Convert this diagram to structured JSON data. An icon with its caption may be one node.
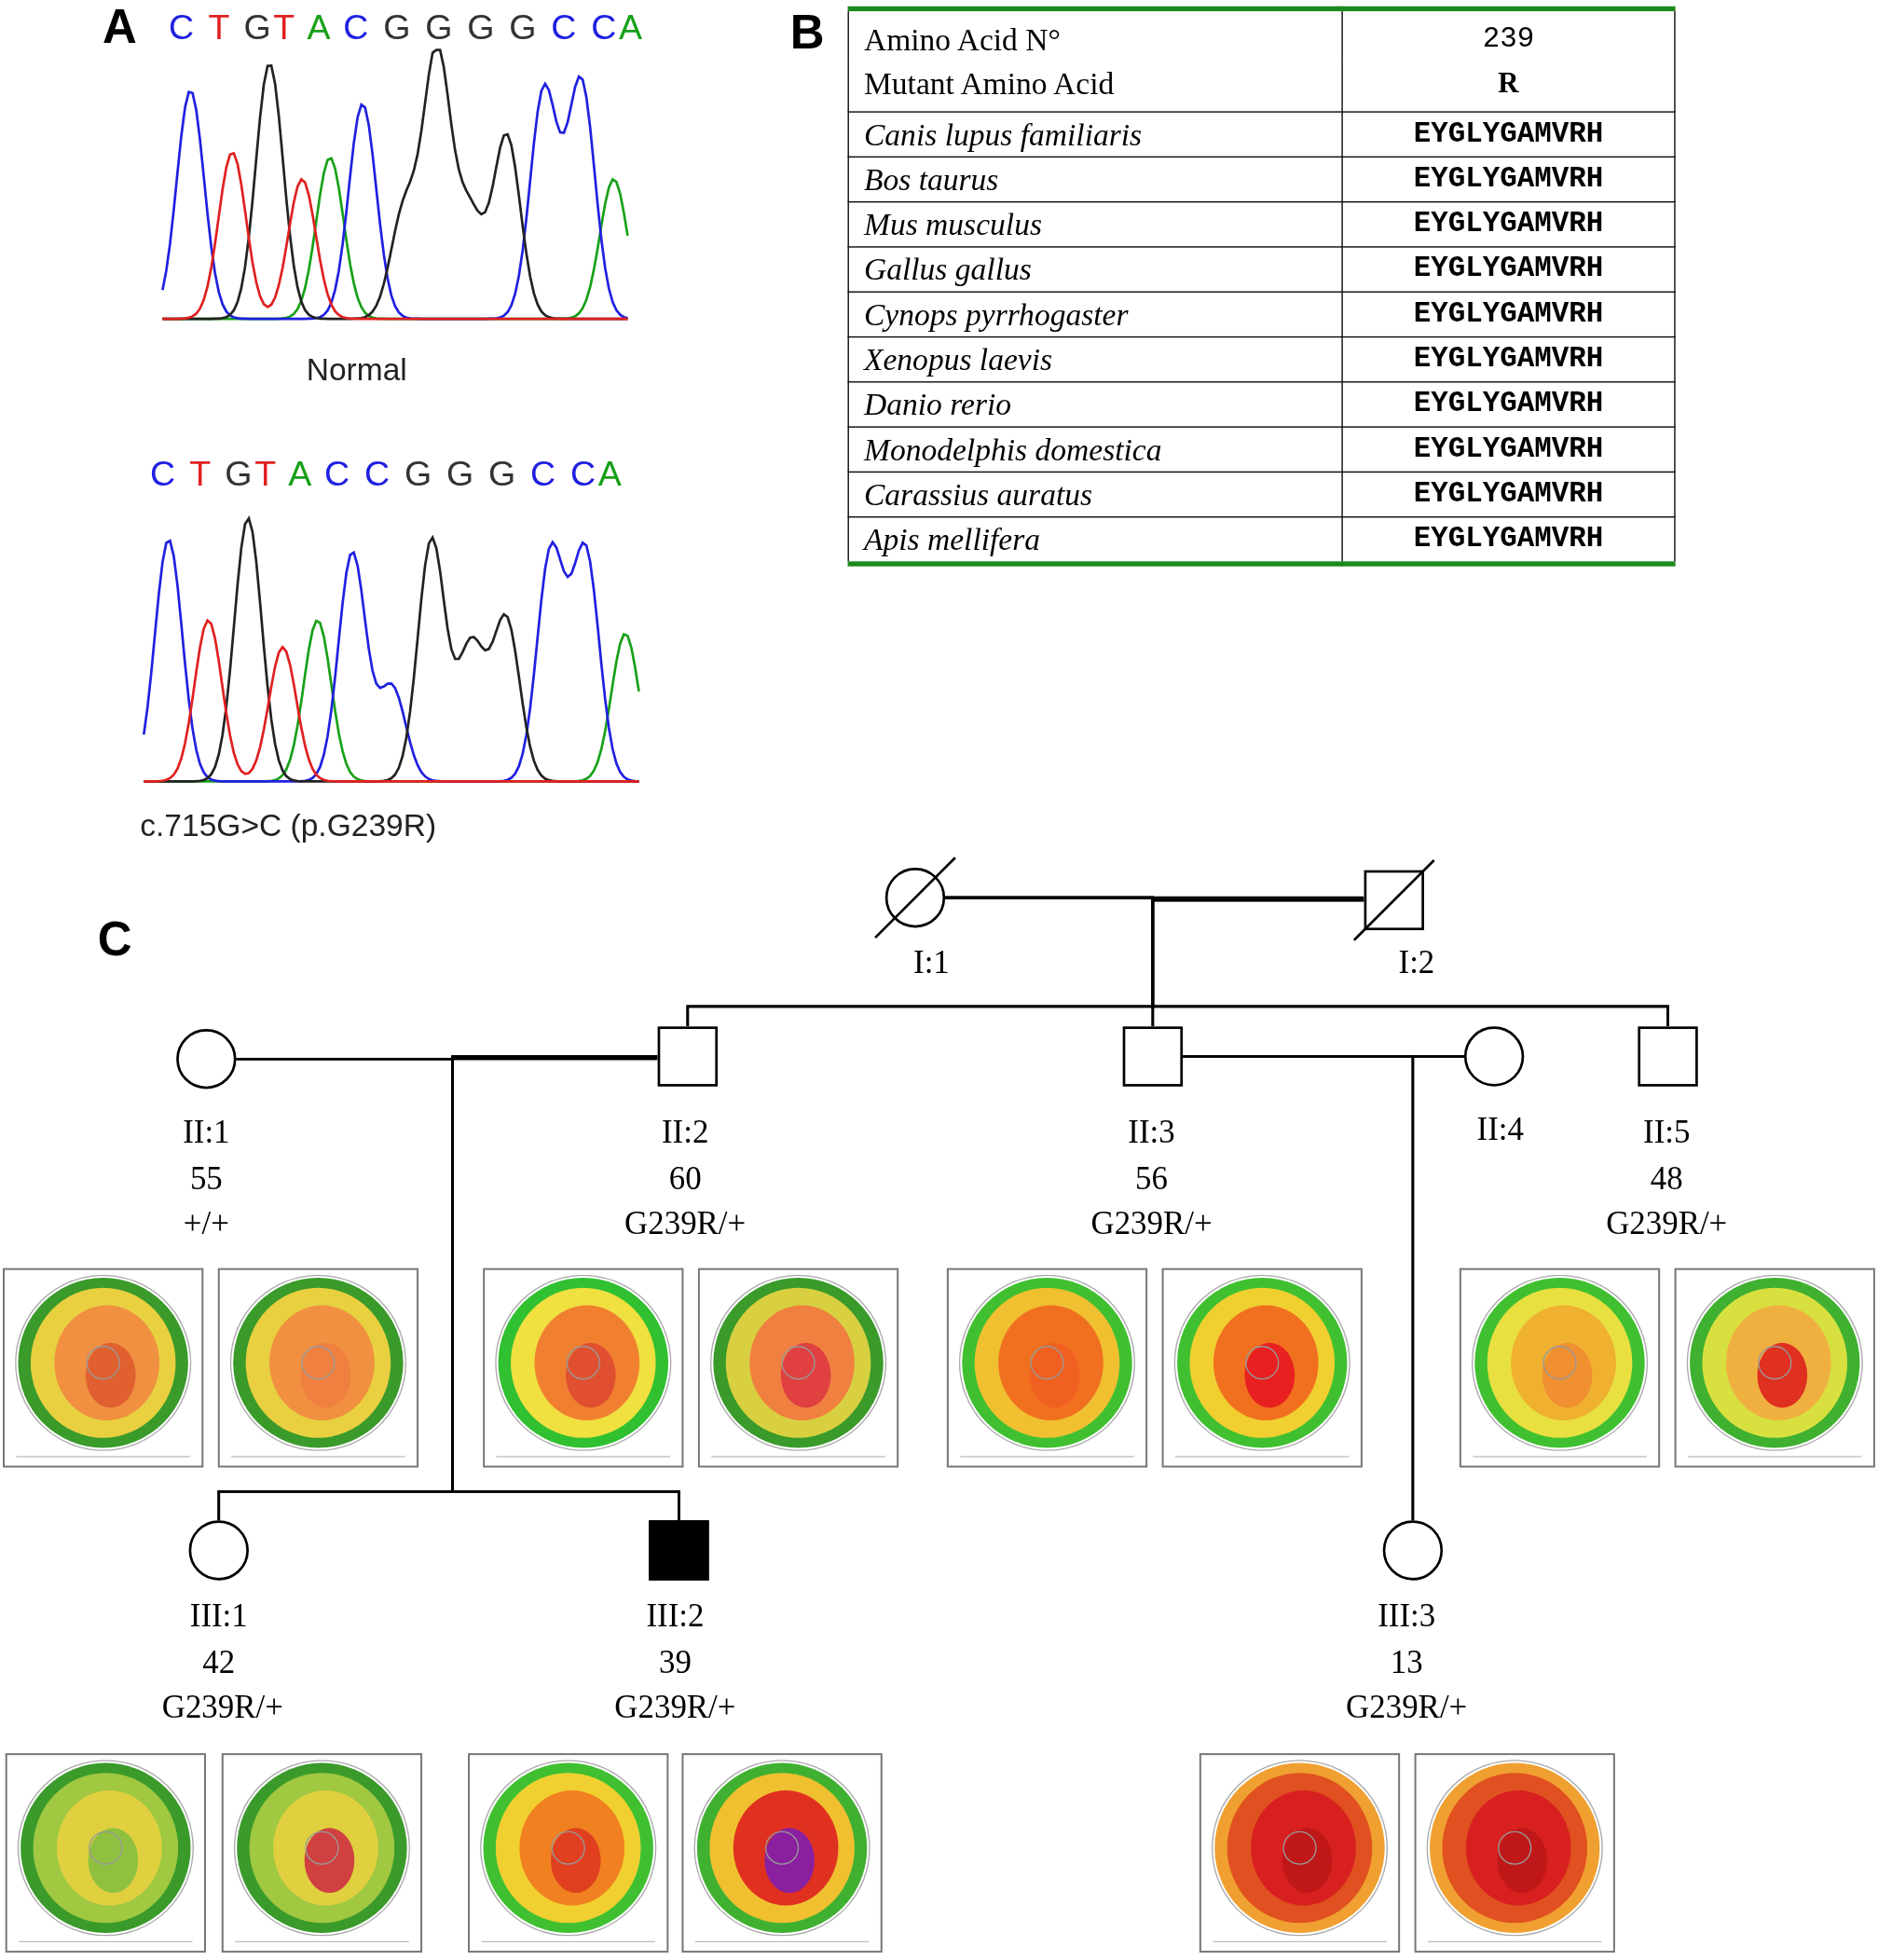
{
  "diagram": {
    "nodes": [
      {
        "text": [],
        "shape": "circle",
        "beside": [
          "I:1"
        ]
      },
      {
        "text": [],
        "shape": "box",
        "beside": [
          "I:2"
        ]
      },
      {
        "text": [],
        "shape": "circle",
        "beside": [
          "II:1",
          "55",
          "+/+"
        ]
      },
      {
        "text": [],
        "shape": "box",
        "beside": [
          "II:2",
          "60",
          "G239R/+"
        ]
      },
      {
        "text": [],
        "shape": "box",
        "beside": [
          "II:3",
          "56",
          "G239R/+"
        ]
      },
      {
        "text": [],
        "shape": "circle",
        "beside": [
          "II:4"
        ]
      },
      {
        "text": [],
        "shape": "box",
        "beside": [
          "II:5",
          "48",
          "G239R/+"
        ]
      },
      {
        "text": [],
        "shape": "circle",
        "beside": [
          "III:1",
          "42",
          "G239R/+"
        ]
      },
      {
        "text": [],
        "shape": "box",
        "beside": [
          "III:2",
          "39",
          "G239R/+"
        ]
      },
      {
        "text": [],
        "shape": "circle",
        "beside": [
          "III:3",
          "13",
          "G239R/+"
        ]
      }
    ],
    "edges": [
      {
        "from": 0,
        "to": 1,
        "arrow": "none"
      },
      {
        "from": 0,
        "to": 3,
        "arrow": "none"
      },
      {
        "from": 0,
        "to": 4,
        "arrow": "none"
      },
      {
        "from": 0,
        "to": 6,
        "arrow": "none"
      },
      {
        "from": 1,
        "to": 3,
        "arrow": "none"
      },
      {
        "from": 1,
        "to": 4,
        "arrow": "none"
      },
      {
        "from": 1,
        "to": 6,
        "arrow": "none"
      },
      {
        "from": 2,
        "to": 3,
        "arrow": "none"
      },
      {
        "from": 2,
        "to": 7,
        "arrow": "none"
      },
      {
        "from": 2,
        "to": 8,
        "arrow": "none"
      },
      {
        "from": 3,
        "to": 7,
        "arrow": "none"
      },
      {
        "from": 3,
        "to": 8,
        "arrow": "none"
      },
      {
        "from": 4,
        "to": 5,
        "arrow": "none"
      },
      {
        "from": 4,
        "to": 9,
        "arrow": "none"
      },
      {
        "from": 5,
        "to": 9,
        "arrow": "none"
      }
    ],
    "labels": [
      "A",
      "C T GT A C G G G G C CA",
      "Normal",
      "C T GT A C C G G G C CA",
      "c.715G>C (p.G239R)",
      "B",
      "Amino Acid N°",
      "239",
      "Mutant Amino Acid",
      "R",
      "Canis lupus familiaris",
      "EYGLYGAMVRH",
      "Bos taurus",
      "EYGLYGAMVRH",
      "Mus musculus",
      "EYGLYGAMVRH",
      "Gallus gallus",
      "EYGLYGAMVRH",
      "Cynops pyrrhogaster",
      "EYGLYGAMVRH",
      "Xenopus laevis",
      "EYGLYGAMVRH",
      "Danio rerio",
      "EYGLYGAMVRH",
      "Monodelphis domestica",
      "EYGLYGAMVRH",
      "Carassius auratus",
      "EYGLYGAMVRH",
      "Apis mellifera",
      "EYGLYGAMVRH",
      "C"
    ]
  }
}
